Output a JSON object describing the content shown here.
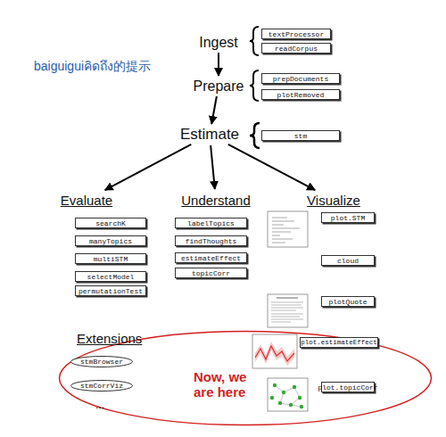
{
  "diagram": {
    "nodes": [
      {
        "text": [
          "Ingest"
        ]
      },
      {
        "text": [
          "textProcessor"
        ]
      },
      {
        "text": [
          "readCorpus"
        ]
      },
      {
        "text": [
          "Prepare"
        ]
      },
      {
        "text": [
          "prepDocuments"
        ]
      },
      {
        "text": [
          "plotRemoved"
        ]
      },
      {
        "text": [
          "Estimate"
        ]
      },
      {
        "text": [
          "stm"
        ]
      },
      {
        "text": [
          "Evaluate"
        ]
      },
      {
        "text": [
          "Understand"
        ]
      },
      {
        "text": [
          "Visualize"
        ]
      },
      {
        "text": [
          "searchK"
        ]
      },
      {
        "text": [
          "manyTopics"
        ]
      },
      {
        "text": [
          "multiSTM"
        ]
      },
      {
        "text": [
          "selectModel"
        ]
      },
      {
        "text": [
          "permutationTest"
        ]
      },
      {
        "text": [
          "labelTopics"
        ]
      },
      {
        "text": [
          "findThoughts"
        ]
      },
      {
        "text": [
          "estimateEffect"
        ]
      },
      {
        "text": [
          "topicCorr"
        ]
      },
      {
        "text": [
          "plot.STM"
        ]
      },
      {
        "text": [
          "cloud"
        ]
      },
      {
        "text": [
          "plotQuote"
        ]
      },
      {
        "text": [
          "plot.estimateEffect"
        ]
      },
      {
        "text": [
          "plot.topicCorr"
        ]
      },
      {
        "text": [
          "stmBrowser"
        ]
      },
      {
        "text": [
          "stmCorrViz"
        ]
      },
      {
        "text": [
          "Now, we are here"
        ]
      }
    ],
    "edges": [
      {
        "from": 0,
        "to": 3,
        "arrow": "to"
      },
      {
        "from": 3,
        "to": 6,
        "arrow": "to"
      },
      {
        "from": 6,
        "to": 8,
        "arrow": "to"
      },
      {
        "from": 6,
        "to": 9,
        "arrow": "to"
      },
      {
        "from": 6,
        "to": 10,
        "arrow": "to"
      }
    ],
    "labels": [
      "baiguiguiคิดถึง的提示",
      "Extensions",
      "..."
    ]
  }
}
